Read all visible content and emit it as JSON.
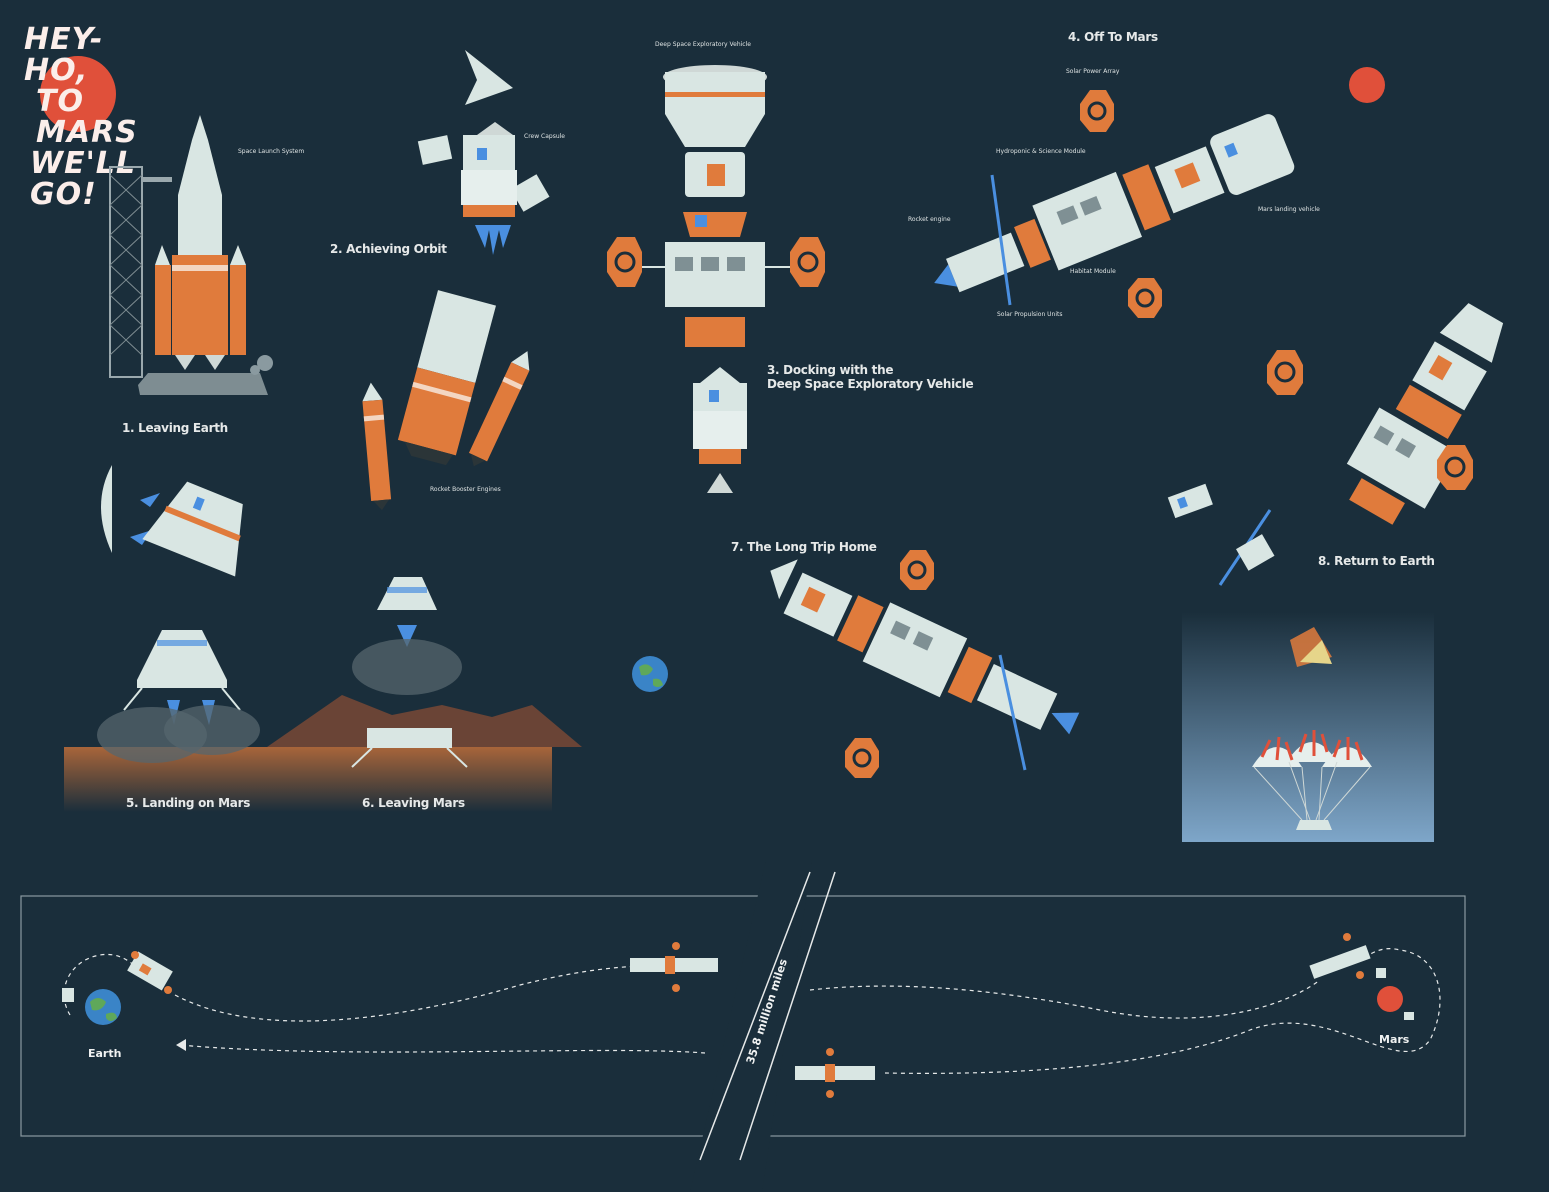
{
  "title": {
    "line1": "HEY-HO,",
    "line2": "TO MARS",
    "line3": "WE'LL GO!"
  },
  "steps": {
    "s1": "1. Leaving Earth",
    "s2": "2. Achieving Orbit",
    "s3a": "3. Docking with the",
    "s3b": "Deep Space Exploratory Vehicle",
    "s4": "4. Off To Mars",
    "s5": "5. Landing on Mars",
    "s6": "6. Leaving Mars",
    "s7": "7. The Long Trip Home",
    "s8": "8. Return to Earth"
  },
  "labels": {
    "space_launch_system": "Space Launch System",
    "crew_capsule": "Crew Capsule",
    "rocket_booster_engines": "Rocket Booster Engines",
    "deep_space_vehicle": "Deep Space Exploratory Vehicle",
    "solar_power_array": "Solar Power Array",
    "hydroponic_module": "Hydroponic & Science  Module",
    "rocket_engine": "Rocket engine",
    "habitat_module": "Habitat Module",
    "solar_propulsion_units": "Solar Propulsion Units",
    "mars_landing_vehicle": "Mars landing vehicle"
  },
  "journey": {
    "earth": "Earth",
    "mars": "Mars",
    "distance": "35.8 million miles"
  },
  "colors": {
    "background": "#1a2e3b",
    "orange": "#e07b3c",
    "mars_red": "#e0503a",
    "hull": "#d9e6e3",
    "flame": "#4a8fe0"
  }
}
